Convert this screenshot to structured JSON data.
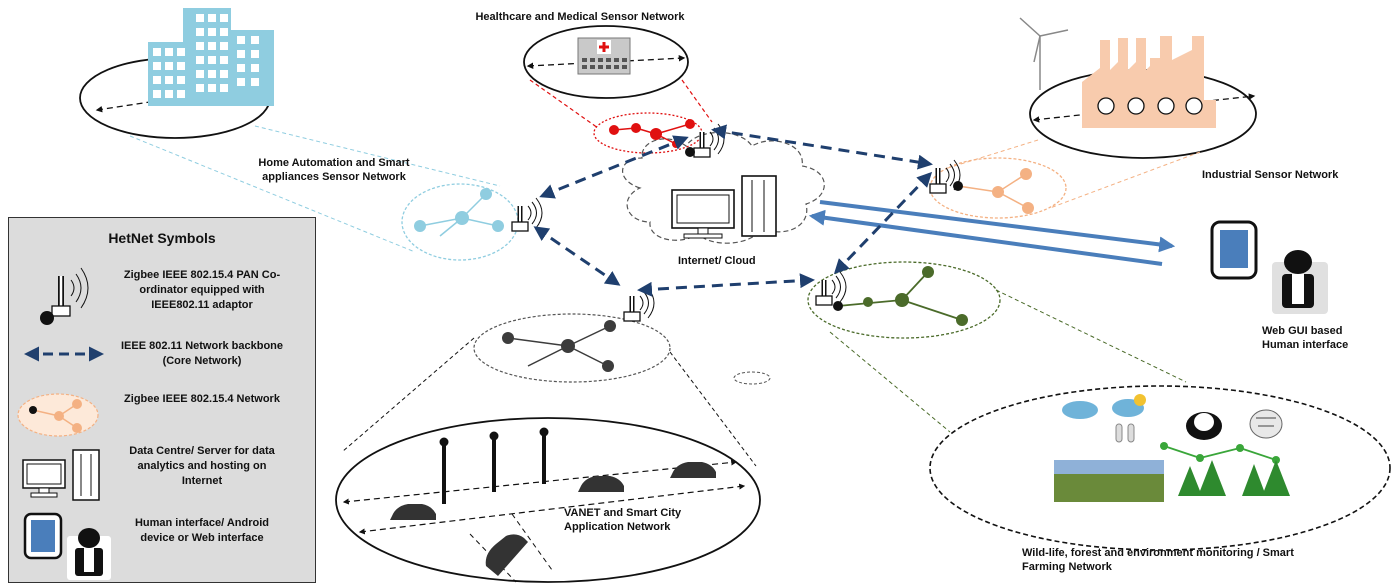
{
  "networks": {
    "home": "Home Automation and Smart appliances Sensor Network",
    "healthcare": "Healthcare and Medical Sensor Network",
    "industrial": "Industrial Sensor Network",
    "cloud": "Internet/ Cloud",
    "web_gui": "Web GUI based Human interface",
    "vanet": "VANET and Smart City Application Network",
    "wildlife": "Wild-life, forest and environment monitoring / Smart Farming Network"
  },
  "legend": {
    "title": "HetNet Symbols",
    "items": [
      {
        "text": "Zigbee IEEE 802.15.4 PAN Co-ordinator equipped with IEEE802.11 adaptor",
        "icon": "coordinator-icon"
      },
      {
        "text": "IEEE 802.11 Network backbone (Core Network)",
        "icon": "dashed-arrow-icon"
      },
      {
        "text": "Zigbee IEEE 802.15.4 Network",
        "icon": "zigbee-network-icon"
      },
      {
        "text": "Data Centre/ Server for data analytics and hosting on Internet",
        "icon": "server-icon"
      },
      {
        "text": "Human interface/ Android device or Web interface",
        "icon": "human-interface-icon"
      }
    ]
  },
  "colors": {
    "backbone": "#1f3f6e",
    "home": "#8fcde0",
    "healthcare": "#e01010",
    "industrial": "#f4b183",
    "farming": "#4b6b2a",
    "vanet": "#3c3c3c",
    "web_link": "#4a7ebb",
    "building": "#8fcde0",
    "factory": "#f8cbad"
  }
}
